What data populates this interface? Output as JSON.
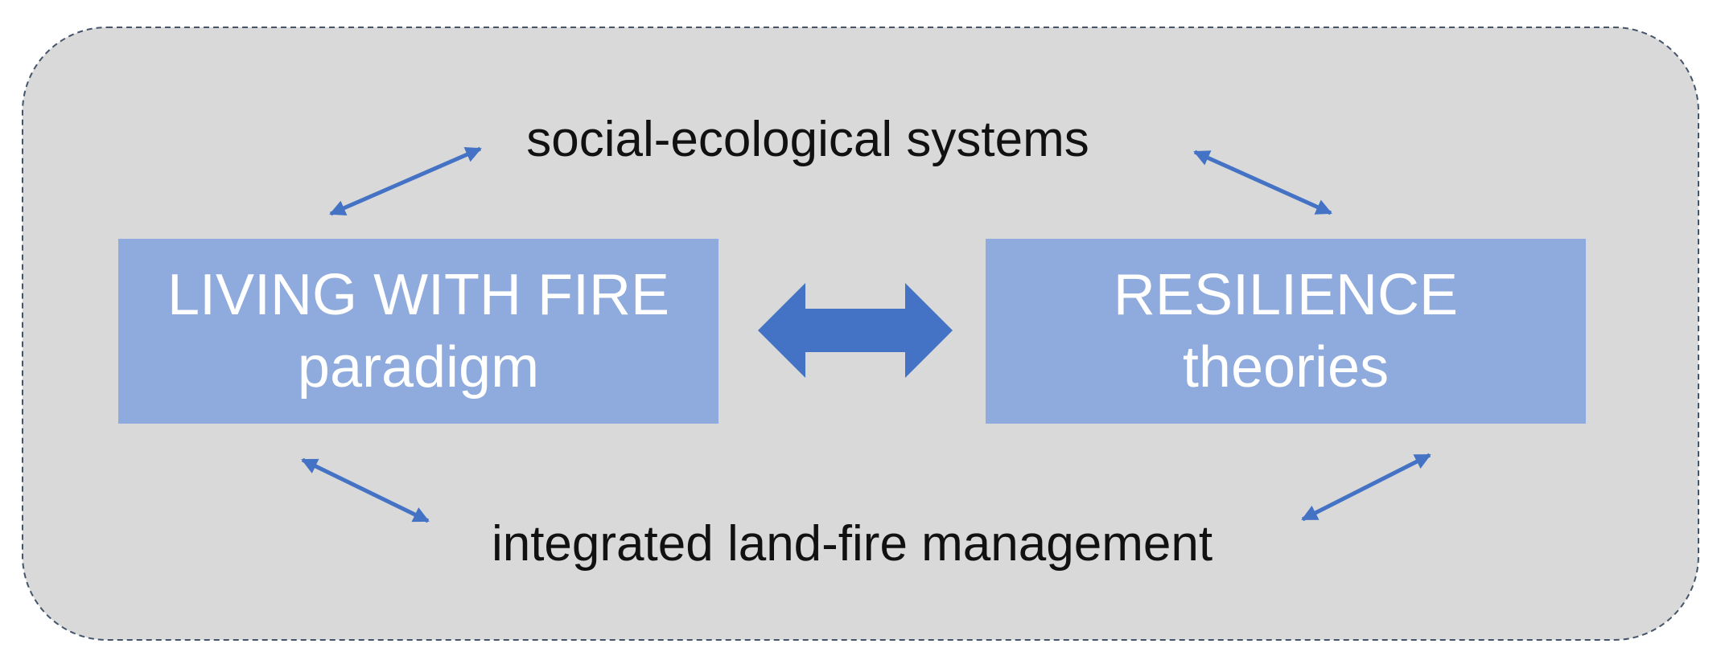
{
  "colors": {
    "frame_fill": "#d9d9d9",
    "frame_stroke": "#44546a",
    "box_fill": "#8faadc",
    "box_text": "#ffffff",
    "arrow": "#4472c4",
    "label_text": "#111111"
  },
  "nodes": {
    "top": {
      "text": "social-ecological systems"
    },
    "bottom": {
      "text": "integrated land-fire management"
    },
    "left_box": {
      "line1": "LIVING WITH FIRE",
      "line2": "paradigm"
    },
    "right_box": {
      "line1": "RESILIENCE",
      "line2": "theories"
    }
  },
  "edges": [
    {
      "from": "left_box",
      "to": "top",
      "type": "bidirectional"
    },
    {
      "from": "top",
      "to": "right_box",
      "type": "bidirectional"
    },
    {
      "from": "left_box",
      "to": "bottom",
      "type": "bidirectional"
    },
    {
      "from": "bottom",
      "to": "right_box",
      "type": "bidirectional"
    },
    {
      "from": "left_box",
      "to": "right_box",
      "type": "bidirectional-block"
    }
  ]
}
